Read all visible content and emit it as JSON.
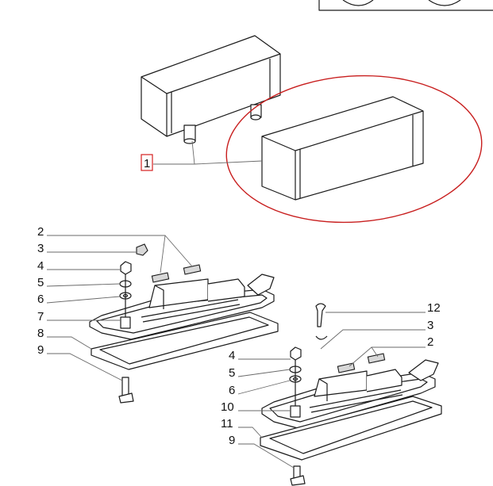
{
  "diagram": {
    "labels": {
      "l1": "1",
      "l2_left": "2",
      "l3_left": "3",
      "l4_left": "4",
      "l5_left": "5",
      "l6_left": "6",
      "l7": "7",
      "l8": "8",
      "l9_left": "9",
      "l12": "12",
      "l3_right": "3",
      "l2_right": "2",
      "l4_right": "4",
      "l5_right": "5",
      "l6_right": "6",
      "l10": "10",
      "l11": "11",
      "l9_right": "9"
    },
    "colors": {
      "highlight": "#c81e1e",
      "label_box": "#d42020"
    }
  }
}
